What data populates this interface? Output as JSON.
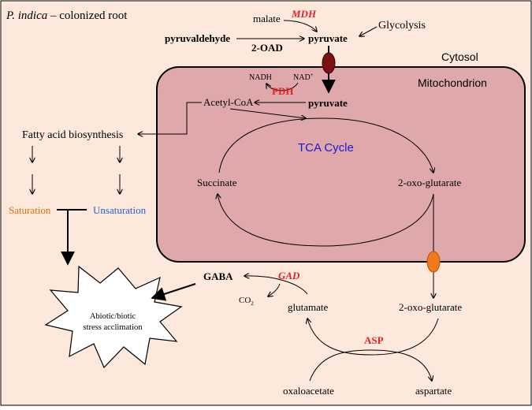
{
  "title": {
    "species": "P. indica",
    "rest": " – colonized root"
  },
  "compartments": {
    "cytosol": "Cytosol",
    "mitochondrion": "Mitochondrion"
  },
  "metabolites": {
    "malate": "malate",
    "glycolysis": "Glycolysis",
    "pyruvaldehyde": "pyruvaldehyde",
    "pyruvate_cyto": "pyruvate",
    "nadh": "NADH",
    "nad_base": "NAD",
    "nad_sup": "+",
    "pyruvate_mito": "pyruvate",
    "acetyl_coa": "Acetyl-CoA",
    "fatty_acid": "Fatty acid biosynthesis",
    "tca": "TCA Cycle",
    "succinate": "Succinate",
    "oxoglutarate_mito": "2-oxo-glutarate",
    "saturation": "Saturation",
    "unsaturation": "Unsaturation",
    "gaba": "GABA",
    "co2_base": "CO",
    "co2_sub": "2",
    "glutamate": "glutamate",
    "oxoglutarate_cyto": "2-oxo-glutarate",
    "oxaloacetate": "oxaloacetate",
    "aspartate": "aspartate",
    "stress_line1": "Abiotic/biotic",
    "stress_line2": "stress acclimation"
  },
  "enzymes": {
    "mdh": "MDH",
    "oad": "2-OAD",
    "pdh": "PDH",
    "gad": "GAD",
    "asp": "ASP"
  },
  "colors": {
    "background": "#fde9dc",
    "mitochondrion": "#dfa9ab",
    "enzyme": "#e8202a",
    "saturation": "#e36c0a",
    "unsaturation": "#1f5fd6",
    "tca": "#1a1ad6",
    "transporter_top": "#7a1010",
    "transporter_bottom": "#f07a1a"
  }
}
